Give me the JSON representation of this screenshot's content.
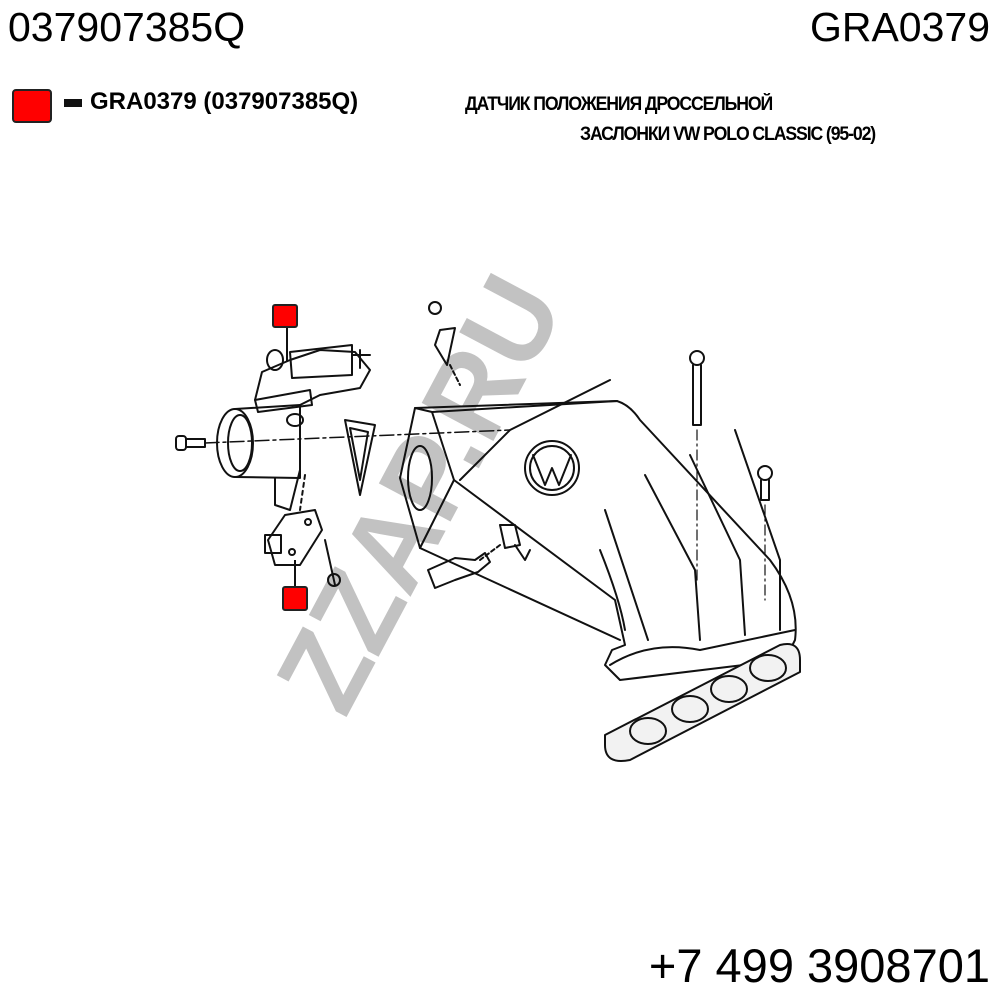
{
  "header": {
    "part_number": "037907385Q",
    "catalog_code": "GRA0379"
  },
  "legend": {
    "code": "GRA0379 (037907385Q)",
    "description_line1": "ДАТЧИК ПОЛОЖЕНИЯ ДРОССЕЛЬНОЙ",
    "description_line2": "ЗАСЛОНКИ VW POLO CLASSIC (95-02)",
    "marker_color": "#ff0000"
  },
  "diagram": {
    "watermark": "ZZAP.RU"
  },
  "footer": {
    "phone": "+7 499 3908701"
  }
}
